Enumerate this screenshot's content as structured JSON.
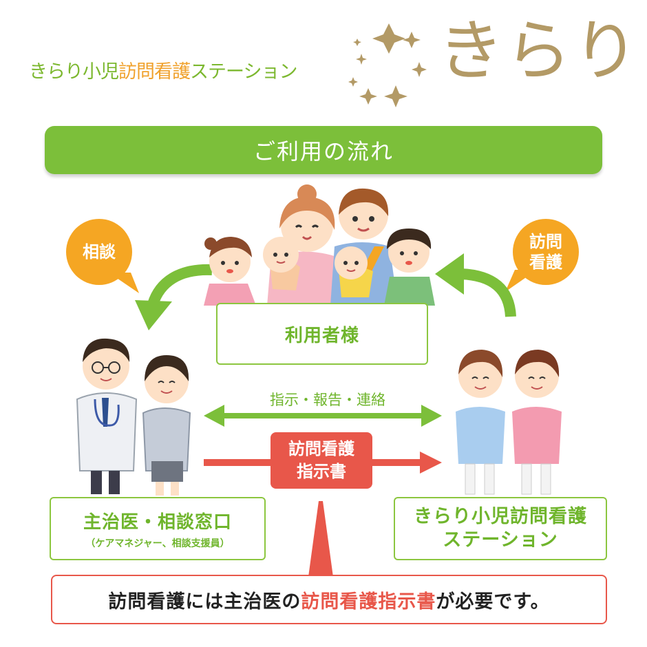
{
  "header": {
    "brand_part1": "きらり",
    "brand_part2": "小児",
    "brand_part3": "訪問看護",
    "brand_part4": "ステーション",
    "logo_word": "きらり"
  },
  "title": "ご利用の流れ",
  "bubbles": {
    "consult": "相談",
    "visit_line1": "訪問",
    "visit_line2": "看護"
  },
  "user_box": "利用者様",
  "doctor_box": {
    "label": "主治医・相談窓口",
    "sub": "（ケアマネジャー、相談支援員）"
  },
  "station_box": {
    "line1": "きらり小児訪問看護",
    "line2": "ステーション"
  },
  "middle": {
    "instruction": "指示・報告・連絡",
    "order_line1": "訪問看護",
    "order_line2": "指示書"
  },
  "note": {
    "part1": "訪問看護には主治医の",
    "part2": "訪問看護指示書",
    "part3": "が必要です。"
  },
  "colors": {
    "green": "#7cbf3a",
    "orange": "#f5a623",
    "red": "#e8574a",
    "gold": "#b39a66"
  }
}
